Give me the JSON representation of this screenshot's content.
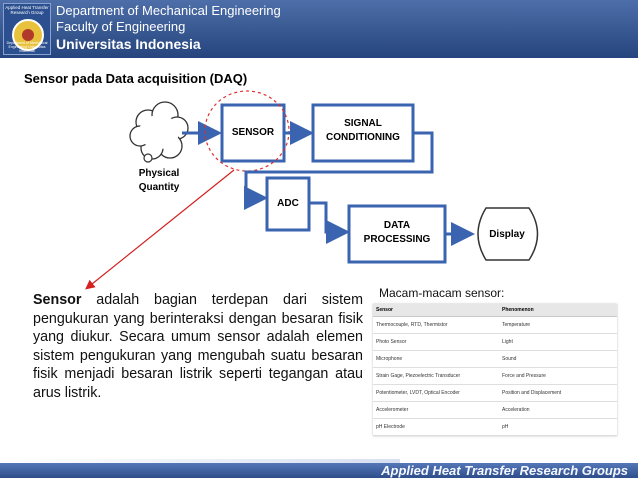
{
  "header": {
    "logo_text": "Applied Heat Transfer Research Group",
    "logo_subtext": "Department of Mechanical Engineering Universitas Indonesia",
    "line1": "Department of Mechanical Engineering",
    "line2": "Faculty of Engineering",
    "line3": "Universitas Indonesia"
  },
  "slide_title": "Sensor pada Data acquisition (DAQ)",
  "diagram": {
    "physical_quantity_line1": "Physical",
    "physical_quantity_line2": "Quantity",
    "sensor": "SENSOR",
    "signal_line1": "SIGNAL",
    "signal_line2": "CONDITIONING",
    "adc": "ADC",
    "data_line1": "DATA",
    "data_line2": "PROCESSING",
    "display": "Display"
  },
  "paragraph": {
    "term": "Sensor",
    "text": " adalah bagian terdepan dari sistem pengukuran yang berinteraksi dengan besaran fisik yang diukur. Secara umum sensor adalah elemen sistem pengukuran yang mengubah suatu besaran fisik menjadi besaran listrik seperti tegangan atau arus listrik."
  },
  "sensor_types_label": "Macam-macam sensor:",
  "sensor_table": {
    "headers": [
      "Sensor",
      "Phenomenon"
    ],
    "rows": [
      [
        "Thermocouple, RTD, Thermistor",
        "Temperature"
      ],
      [
        "Photo Sensor",
        "Light"
      ],
      [
        "Microphone",
        "Sound"
      ],
      [
        "Strain Gage, Piezoelectric Transducer",
        "Force and Pressure"
      ],
      [
        "Potentiometer, LVDT, Optical Encoder",
        "Position and Displacement"
      ],
      [
        "Accelerometer",
        "Acceleration"
      ],
      [
        "pH Electrode",
        "pH"
      ]
    ]
  },
  "footer": "Applied Heat Transfer Research Groups",
  "colors": {
    "header_blue": "#26457e",
    "block_border": "#3a63b0",
    "arrow_red": "#d42020",
    "dashed_circle": "#e03030"
  }
}
